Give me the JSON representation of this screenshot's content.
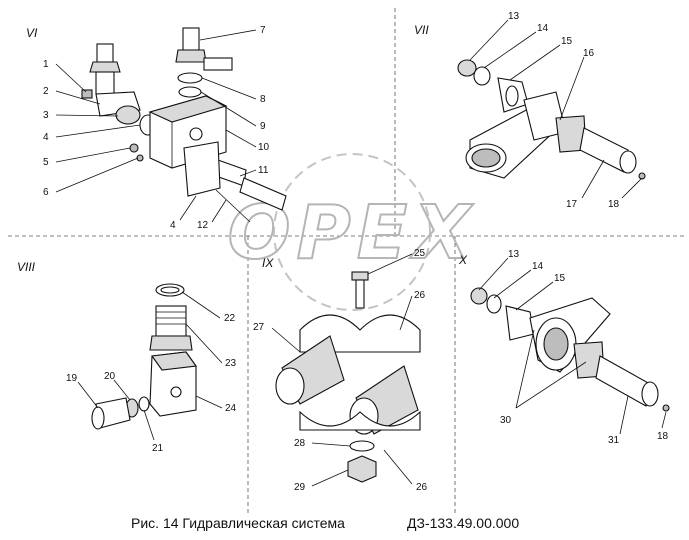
{
  "sections": {
    "vi": "VI",
    "vii": "VII",
    "viii": "VIII",
    "ix": "IX",
    "x": "X"
  },
  "callouts": {
    "c1": "1",
    "c2": "2",
    "c3": "3",
    "c4a": "4",
    "c4b": "4",
    "c5": "5",
    "c6": "6",
    "c7": "7",
    "c8": "8",
    "c9": "9",
    "c10": "10",
    "c11": "11",
    "c12": "12",
    "c13a": "13",
    "c14a": "14",
    "c15a": "15",
    "c16": "16",
    "c17": "17",
    "c18a": "18",
    "c13b": "13",
    "c14b": "14",
    "c15b": "15",
    "c30": "30",
    "c31": "31",
    "c18b": "18",
    "c19": "19",
    "c20": "20",
    "c21": "21",
    "c22": "22",
    "c23": "23",
    "c24": "24",
    "c25": "25",
    "c26a": "26",
    "c27": "27",
    "c28": "28",
    "c29": "29",
    "c26b": "26"
  },
  "watermark": "OPEX",
  "caption": {
    "prefix": "Рис. 14 Гидравлическая система",
    "code": "ДЗ-133.49.00.000"
  },
  "colors": {
    "line": "#111111",
    "shade": "#d9d9d9",
    "watermark": "#b5b5b5"
  }
}
